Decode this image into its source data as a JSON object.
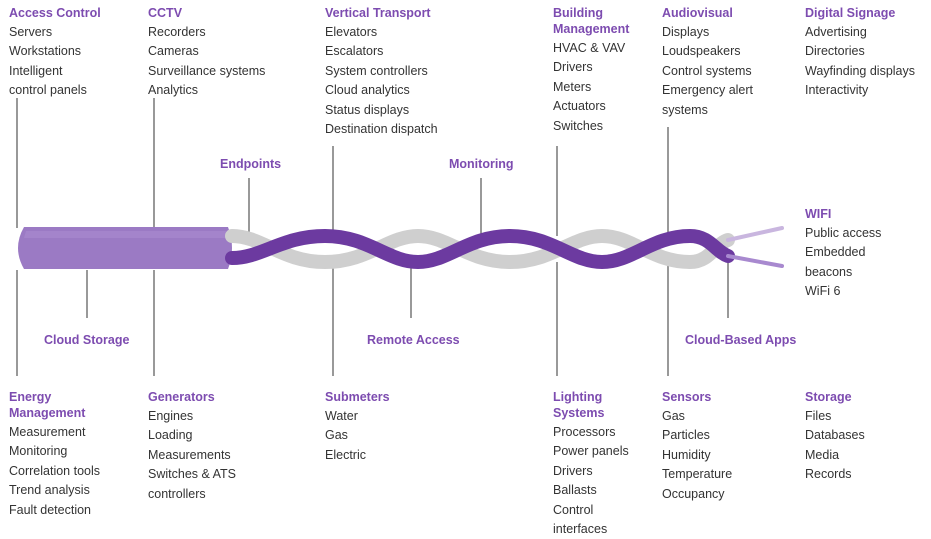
{
  "colors": {
    "accent": "#7d4cb0",
    "purple_cable": "#9b7ac4",
    "purple_dark": "#6c3aa0",
    "strand_light": "#cfcfcf",
    "text": "#333333",
    "line": "#555555"
  },
  "top_groups": [
    {
      "title": [
        "Access Control"
      ],
      "items": [
        "Servers",
        "Workstations",
        "Intelligent",
        "control panels"
      ]
    },
    {
      "title": [
        "CCTV"
      ],
      "items": [
        "Recorders",
        "Cameras",
        "Surveillance systems",
        "Analytics"
      ]
    },
    {
      "title": [
        "Vertical Transport"
      ],
      "items": [
        "Elevators",
        "Escalators",
        "System controllers",
        "Cloud analytics",
        "Status displays",
        "Destination dispatch"
      ]
    },
    {
      "title": [
        "Building",
        "Management"
      ],
      "items": [
        "HVAC & VAV",
        "Drivers",
        "Meters",
        "Actuators",
        "Switches"
      ]
    },
    {
      "title": [
        "Audiovisual"
      ],
      "items": [
        "Displays",
        "Loudspeakers",
        "Control systems",
        "Emergency alert",
        "systems"
      ]
    },
    {
      "title": [
        "Digital Signage"
      ],
      "items": [
        "Advertising",
        "Directories",
        "Wayfinding displays",
        "Interactivity"
      ]
    }
  ],
  "bottom_groups": [
    {
      "title": [
        "Energy",
        "Management"
      ],
      "items": [
        "Measurement",
        "Monitoring",
        "Correlation tools",
        "Trend analysis",
        "Fault detection"
      ]
    },
    {
      "title": [
        "Generators"
      ],
      "items": [
        "Engines",
        "Loading",
        "Measurements",
        "Switches & ATS",
        "controllers"
      ]
    },
    {
      "title": [
        "Submeters"
      ],
      "items": [
        "Water",
        "Gas",
        "Electric"
      ]
    },
    {
      "title": [
        "Lighting",
        "Systems"
      ],
      "items": [
        "Processors",
        "Power panels",
        "Drivers",
        "Ballasts",
        "Control",
        "interfaces"
      ]
    },
    {
      "title": [
        "Sensors"
      ],
      "items": [
        "Gas",
        "Particles",
        "Humidity",
        "Temperature",
        "Occupancy"
      ]
    },
    {
      "title": [
        "Storage"
      ],
      "items": [
        "Files",
        "Databases",
        "Media",
        "Records"
      ]
    }
  ],
  "wifi": {
    "title": [
      "WIFI"
    ],
    "items": [
      "Public access",
      "Embedded",
      "beacons",
      "WiFi 6"
    ]
  },
  "callouts": {
    "endpoints": "Endpoints",
    "monitoring": "Monitoring",
    "cloud_storage": "Cloud Storage",
    "remote_access": "Remote Access",
    "cloud_based_apps": "Cloud-Based Apps"
  }
}
